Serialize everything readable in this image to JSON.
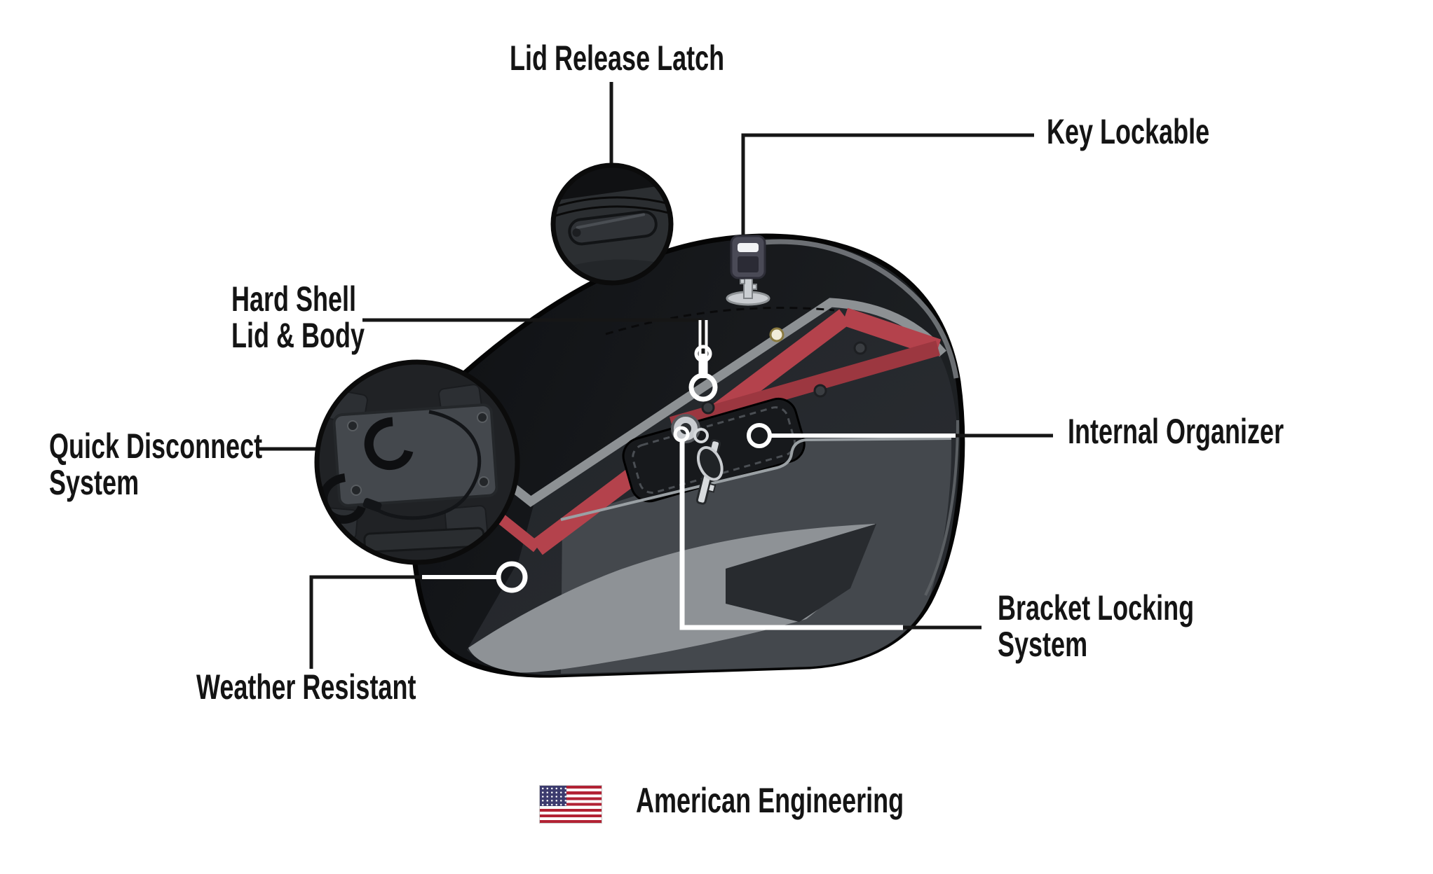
{
  "diagram": {
    "product": "motorcycle saddlebag feature diagram",
    "callouts": {
      "lid_release_latch": "Lid Release Latch",
      "key_lockable": "Key Lockable",
      "hard_shell": {
        "line1": "Hard Shell",
        "line2": "Lid & Body"
      },
      "quick_disconnect": {
        "line1": "Quick Disconnect",
        "line2": "System"
      },
      "internal_organizer": "Internal Organizer",
      "bracket_locking": {
        "line1": "Bracket Locking",
        "line2": "System"
      },
      "weather_resistant": "Weather Resistant",
      "american_engineering": "American Engineering"
    },
    "icons": [
      "latch-handle-icon",
      "key-icon",
      "mounting-bracket-icon",
      "usa-flag-icon"
    ],
    "colors": {
      "background": "#ffffff",
      "label_text": "#141414",
      "callout_line": "#161616",
      "bag_black": "#17191c",
      "bag_face": "#26292d",
      "accent_red": "#b4424c",
      "accent_red_dark": "#9c3740",
      "piping_gray": "#8d9194",
      "panel_gray": "#8e9296",
      "flag_red": "#B22234",
      "flag_blue": "#3C3B6E"
    }
  }
}
